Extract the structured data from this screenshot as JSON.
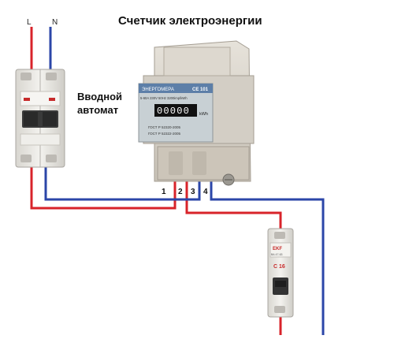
{
  "title": "Счетчик электроэнергии",
  "supply_labels": {
    "line": "L",
    "neutral": "N"
  },
  "main_breaker_label": [
    "Вводной",
    "автомат"
  ],
  "meter": {
    "brand": "ЭНЕРГОМЕРА",
    "model": "CE 101",
    "spec": "5-60A 230V 50Hz 3200imp/kWh",
    "display": "00000",
    "unit": "kWh",
    "gost_1": "ГОСТ Р 52320-2005",
    "gost_2": "ГОСТ Р 52322-2005",
    "terminals": [
      "1",
      "2",
      "3",
      "4"
    ]
  },
  "load_breaker": {
    "brand": "EKF",
    "rating": "C 16",
    "series": "ВА 47-63"
  },
  "colors": {
    "line_wire": "#d8232a",
    "neutral_wire": "#2b46a8",
    "device_body": "#e9e7e2",
    "meter_body": "#d9d4cb"
  }
}
